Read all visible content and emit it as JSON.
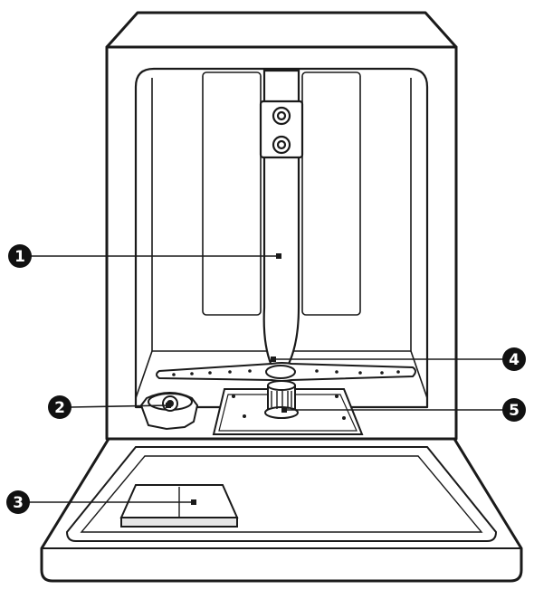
{
  "callouts": [
    {
      "number": "1"
    },
    {
      "number": "2"
    },
    {
      "number": "3"
    },
    {
      "number": "4"
    },
    {
      "number": "5"
    }
  ],
  "colors": {
    "line": "#1a1a1a",
    "fill": "#ffffff",
    "shade": "#e6e6e6",
    "callout": "#111111"
  }
}
